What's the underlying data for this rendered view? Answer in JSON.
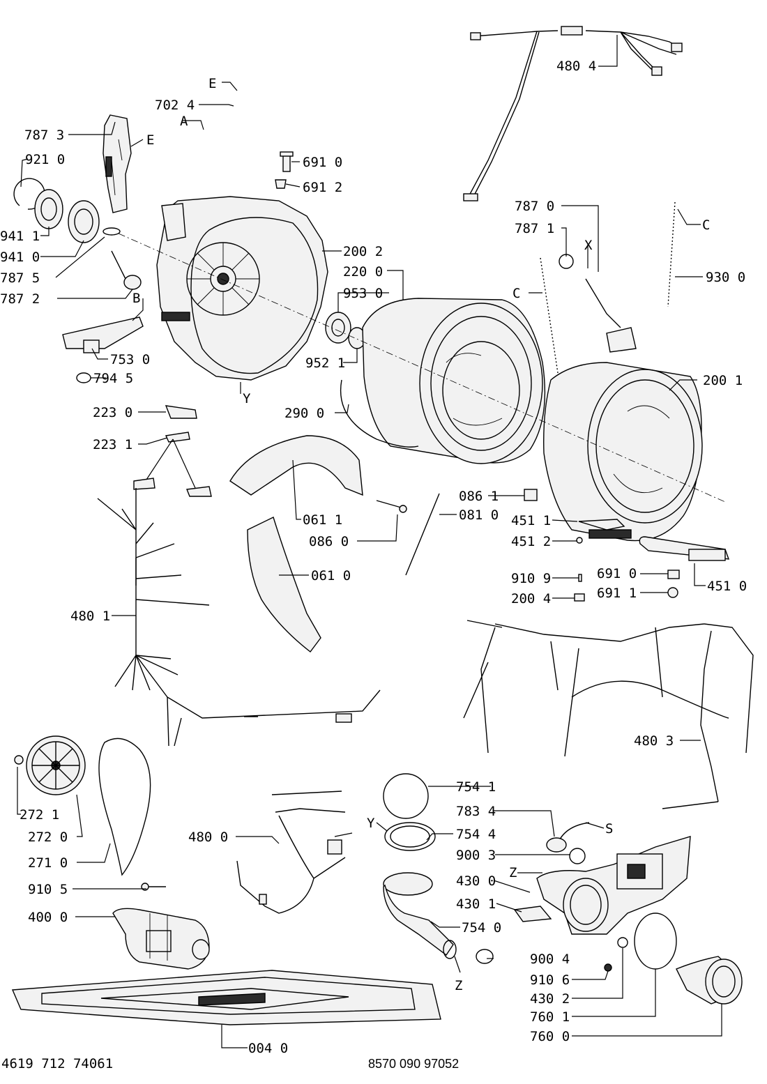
{
  "drawing_number": "4619 712 74061",
  "service_number": "8570 090 97052",
  "callouts": {
    "c_480_4": "480 4",
    "c_702_4": "702 4",
    "c_E1": "E",
    "c_A": "A",
    "c_787_3": "787 3",
    "c_E2": "E",
    "c_921_0": "921 0",
    "c_691_0a": "691 0",
    "c_691_2": "691 2",
    "c_787_0": "787 0",
    "c_787_1": "787 1",
    "c_C1": "C",
    "c_X": "X",
    "c_930_0": "930 0",
    "c_C2": "C",
    "c_941_1": "941 1",
    "c_941_0": "941 0",
    "c_787_5": "787 5",
    "c_787_2": "787 2",
    "c_200_2": "200 2",
    "c_220_0": "220 0",
    "c_953_0": "953 0",
    "c_B": "B",
    "c_952_1": "952 1",
    "c_753_0": "753 0",
    "c_794_5": "794 5",
    "c_Y1": "Y",
    "c_200_1": "200 1",
    "c_223_0": "223 0",
    "c_290_0": "290 0",
    "c_223_1": "223 1",
    "c_086_1": "086 1",
    "c_081_0": "081 0",
    "c_061_1": "061 1",
    "c_086_0": "086 0",
    "c_451_1": "451 1",
    "c_451_2": "451 2",
    "c_910_9": "910 9",
    "c_691_0b": "691 0",
    "c_451_0": "451 0",
    "c_200_4": "200 4",
    "c_691_1": "691 1",
    "c_061_0": "061 0",
    "c_480_1": "480 1",
    "c_480_3": "480 3",
    "c_754_1": "754 1",
    "c_783_4": "783 4",
    "c_S": "S",
    "c_272_1": "272 1",
    "c_272_0": "272 0",
    "c_271_0": "271 0",
    "c_480_0": "480 0",
    "c_Y2": "Y",
    "c_754_4": "754 4",
    "c_900_3": "900 3",
    "c_Z1": "Z",
    "c_430_0": "430 0",
    "c_910_5": "910 5",
    "c_430_1": "430 1",
    "c_400_0": "400 0",
    "c_754_0": "754 0",
    "c_900_4": "900 4",
    "c_Z2": "Z",
    "c_910_6": "910 6",
    "c_430_2": "430 2",
    "c_760_1": "760 1",
    "c_760_0": "760 0",
    "c_004_0": "004 0"
  }
}
